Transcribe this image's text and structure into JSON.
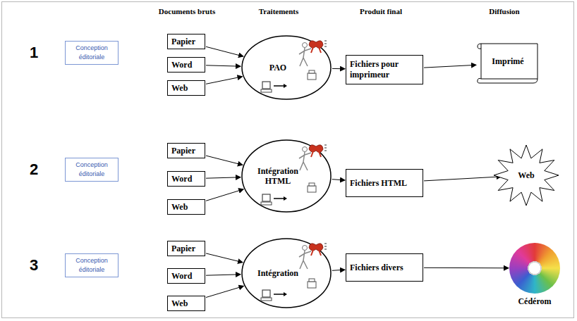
{
  "diagram": {
    "nodes": [
      {
        "text": [
          "Conception éditoriale"
        ]
      },
      {
        "text": [
          "Papier"
        ]
      },
      {
        "text": [
          "Word"
        ]
      },
      {
        "text": [
          "Web"
        ]
      },
      {
        "text": [
          "PAO"
        ]
      },
      {
        "text": [
          "Fichiers pour imprimeur"
        ]
      },
      {
        "text": [
          "Imprimé"
        ]
      },
      {
        "text": [
          "Conception éditoriale"
        ]
      },
      {
        "text": [
          "Papier"
        ]
      },
      {
        "text": [
          "Word"
        ]
      },
      {
        "text": [
          "Web"
        ]
      },
      {
        "text": [
          "Intégration HTML"
        ]
      },
      {
        "text": [
          "Fichiers HTML"
        ]
      },
      {
        "text": [
          "Web"
        ]
      },
      {
        "text": [
          "Conception éditoriale"
        ]
      },
      {
        "text": [
          "Papier"
        ]
      },
      {
        "text": [
          "Word"
        ]
      },
      {
        "text": [
          "Web"
        ]
      },
      {
        "text": [
          "Intégration"
        ]
      },
      {
        "text": [
          "Fichiers divers"
        ]
      },
      {
        "text": [
          "Cédérom"
        ]
      }
    ],
    "edges": [
      {
        "from": 1,
        "to": 4,
        "arrow": "to"
      },
      {
        "from": 2,
        "to": 4,
        "arrow": "to"
      },
      {
        "from": 3,
        "to": 4,
        "arrow": "to"
      },
      {
        "from": 4,
        "to": 5,
        "arrow": "to"
      },
      {
        "from": 5,
        "to": 6,
        "arrow": "to"
      },
      {
        "from": 8,
        "to": 11,
        "arrow": "to"
      },
      {
        "from": 9,
        "to": 11,
        "arrow": "to"
      },
      {
        "from": 10,
        "to": 11,
        "arrow": "to"
      },
      {
        "from": 11,
        "to": 12,
        "arrow": "to"
      },
      {
        "from": 12,
        "to": 13,
        "arrow": "to"
      },
      {
        "from": 15,
        "to": 18,
        "arrow": "to"
      },
      {
        "from": 16,
        "to": 18,
        "arrow": "to"
      },
      {
        "from": 17,
        "to": 18,
        "arrow": "to"
      },
      {
        "from": 18,
        "to": 19,
        "arrow": "to"
      },
      {
        "from": 19,
        "to": 20,
        "arrow": "to"
      }
    ],
    "labels": [
      "Documents bruts",
      "Traitements",
      "Produit final",
      "Diffusion",
      "1",
      "2",
      "3"
    ]
  }
}
